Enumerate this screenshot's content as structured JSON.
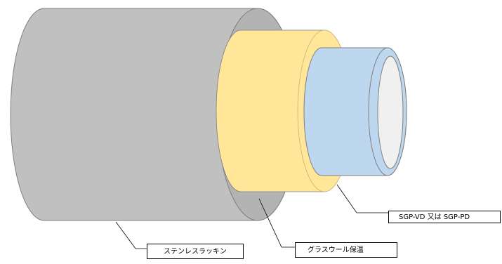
{
  "labels": {
    "pipe": "SGP-VD 又は SGP-PD",
    "lagging": "ステンレスラッキン",
    "insulation": "グラスウール保温"
  },
  "colors": {
    "lagging_fill": "#c0c0c0",
    "lagging_end": "#b3b3b3",
    "insulation_fill": "#ffe699",
    "pipe_fill": "#bdd7ee",
    "bore_fill": "#f0f0f0",
    "outline": "#7f7f7f",
    "leader": "#000000"
  }
}
